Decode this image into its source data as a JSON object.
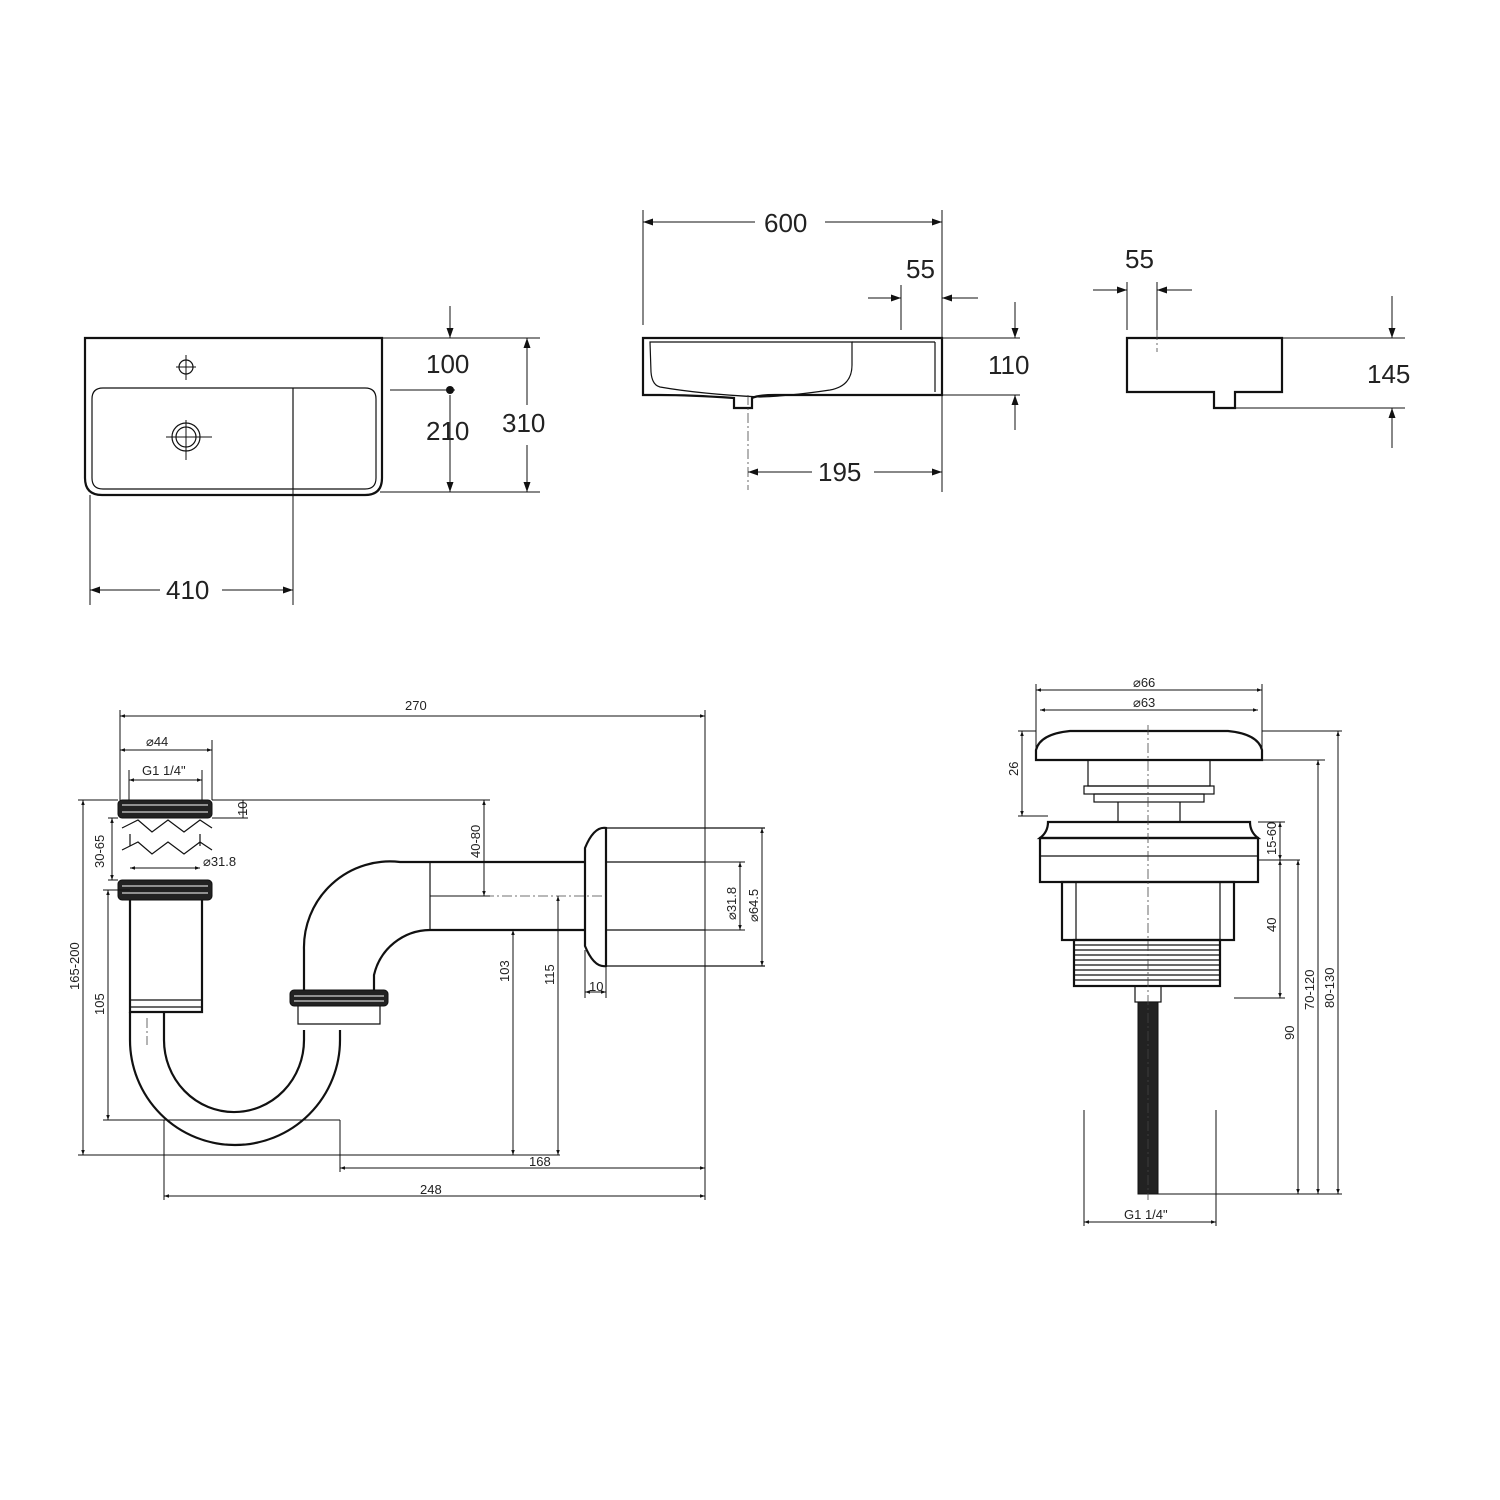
{
  "basin_top_view": {
    "depth_to_tap_hole": "100",
    "tap_to_front": "210",
    "total_depth": "310",
    "bowl_width": "410"
  },
  "basin_front_view": {
    "total_width": "600",
    "rim_right": "55",
    "height": "110",
    "waste_to_right": "195"
  },
  "basin_side_view": {
    "rim": "55",
    "height": "145"
  },
  "siphon": {
    "total_width": "270",
    "inlet_diameter": "⌀44",
    "inlet_thread": "G1 1/4\"",
    "nut_height": "10",
    "inlet_adjust": "30-65",
    "tube_diameter": "⌀31.8",
    "total_height": "165-200",
    "inlet_tube_height": "105",
    "outlet_adjust": "40-80",
    "outlet_height_a": "103",
    "outlet_height_b": "115",
    "outlet_length": "168",
    "overall_length": "248",
    "flange_thickness": "10",
    "outlet_diameter": "⌀31.8",
    "flange_diameter": "⌀64.5"
  },
  "waste": {
    "cap_diameter": "⌀66",
    "cap_inner_diameter": "⌀63",
    "cap_height": "26",
    "clamp_range": "15-60",
    "body_height": "40",
    "stem_height": "90",
    "range_a": "70-120",
    "range_b": "80-130",
    "thread": "G1 1/4\""
  }
}
